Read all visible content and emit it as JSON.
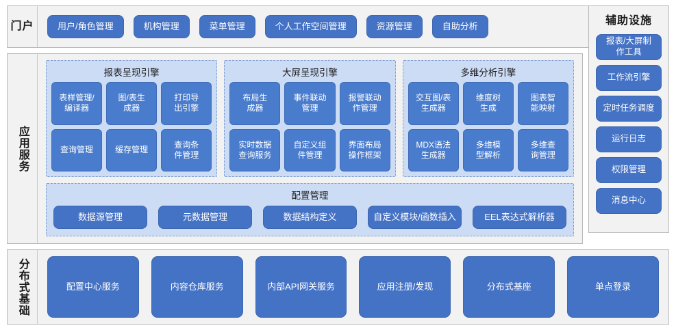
{
  "portal": {
    "label": "门户",
    "items": [
      "用户/角色管理",
      "机构管理",
      "菜单管理",
      "个人工作空间管理",
      "资源管理",
      "自助分析"
    ]
  },
  "aux": {
    "title": "辅助设施",
    "items": [
      "报表/大屏制\n作工具",
      "工作流引擎",
      "定时任务调度",
      "运行日志",
      "权限管理",
      "消息中心"
    ]
  },
  "app_services": {
    "label": "应用服务",
    "engines": [
      {
        "title": "报表呈现引擎",
        "items": [
          "表样管理/\n编译器",
          "图/表生\n成器",
          "打印导\n出引擎",
          "查询管理",
          "缓存管理",
          "查询条\n件管理"
        ]
      },
      {
        "title": "大屏呈现引擎",
        "items": [
          "布局生\n成器",
          "事件联动\n管理",
          "报警联动\n作管理",
          "实时数据\n查询服务",
          "自定义组\n件管理",
          "界面布局\n操作框架"
        ]
      },
      {
        "title": "多维分析引擎",
        "items": [
          "交互图/表\n生成器",
          "维度树\n生成",
          "图表智\n能映射",
          "MDX语法\n生成器",
          "多维模\n型解析",
          "多维查\n询管理"
        ]
      }
    ],
    "config": {
      "title": "配置管理",
      "items": [
        "数据源管理",
        "元数据管理",
        "数据结构定义",
        "自定义模块/函数插入",
        "EEL表达式解析器"
      ]
    }
  },
  "distributed": {
    "label": "分布式基础",
    "items": [
      "配置中心服务",
      "内容仓库服务",
      "内部API网关服务",
      "应用注册/发现",
      "分布式基座",
      "单点登录"
    ]
  },
  "colors": {
    "button": "#4472c4",
    "panel_bg": "#f2f2f2",
    "group_bg": "#ccdcf5",
    "group_border": "#7f9fd0"
  }
}
